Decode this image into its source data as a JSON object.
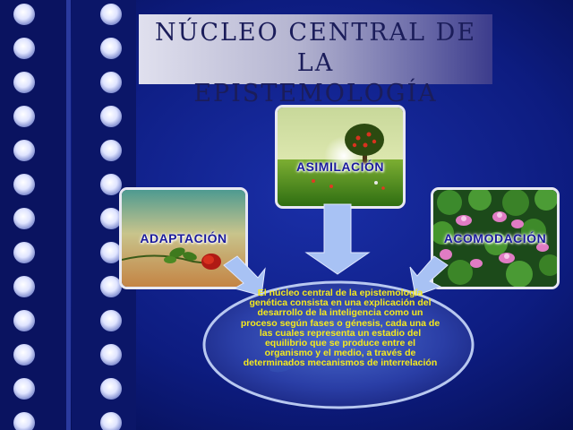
{
  "title": {
    "line1": "NÚCLEO CENTRAL DE LA",
    "line2": "EPISTEMOLOGÍA"
  },
  "nodes": {
    "asimilacion": "ASIMILACIÓN",
    "adaptacion": "ADAPTACIÓN",
    "acomodacion": "ACOMODACIÓN"
  },
  "central_text": "El núcleo central de la epistemología genética consista en una explicación del desarrollo de la inteligencia como un proceso según fases o génesis, cada una de las cuales representa un estadio del equilibrio que se produce entre el organismo y el medio, a través de determinados mecanismos de interrelación",
  "colors": {
    "background": "#0a1670",
    "node_label": "#1a1a9c",
    "central_text": "#f5ea1c",
    "arrow": "#a8c2f4"
  }
}
